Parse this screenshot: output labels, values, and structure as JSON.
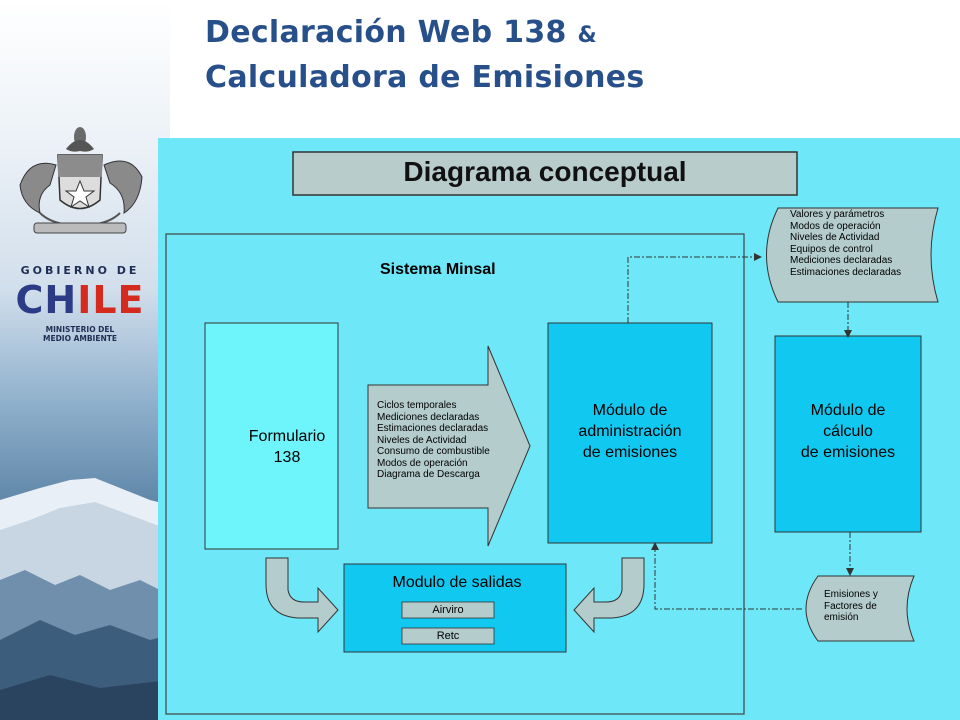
{
  "title": {
    "line1": "Declaración Web 138",
    "amp": "&",
    "line2": "Calculadora de Emisiones"
  },
  "logo": {
    "gobierno": "GOBIERNO DE",
    "chile_blue": "CH",
    "chile_red": "ILE",
    "ministerio_line1": "MINISTERIO DEL",
    "ministerio_line2": "MEDIO AMBIENTE"
  },
  "diagram": {
    "header": "Diagrama conceptual",
    "system_label": "Sistema Minsal",
    "formulario": [
      "Formulario",
      "138"
    ],
    "arrow_items": [
      "Ciclos temporales",
      "Mediciones declaradas",
      "Estimaciones declaradas",
      "Niveles de Actividad",
      "Consumo de combustible",
      "Modos de operación",
      "Diagrama de Descarga"
    ],
    "modulo_admin": [
      "Módulo de",
      "administración",
      "de emisiones"
    ],
    "modulo_calculo": [
      "Módulo de",
      "cálculo",
      "de emisiones"
    ],
    "parametros": [
      "Valores y parámetros",
      "Modos de operación",
      "Niveles de Actividad",
      "Equipos de control",
      "Mediciones declaradas",
      "Estimaciones declaradas"
    ],
    "emisiones": [
      "Emisiones y",
      "Factores de",
      "emisión"
    ],
    "salidas": {
      "title": "Modulo de salidas",
      "buttons": [
        "Airviro",
        "Retc"
      ]
    }
  },
  "colors": {
    "title": "#274f8a",
    "panel": "#6ee8f8",
    "module_fill": "#10c8f0",
    "doc_fill": "#b4cccc"
  }
}
